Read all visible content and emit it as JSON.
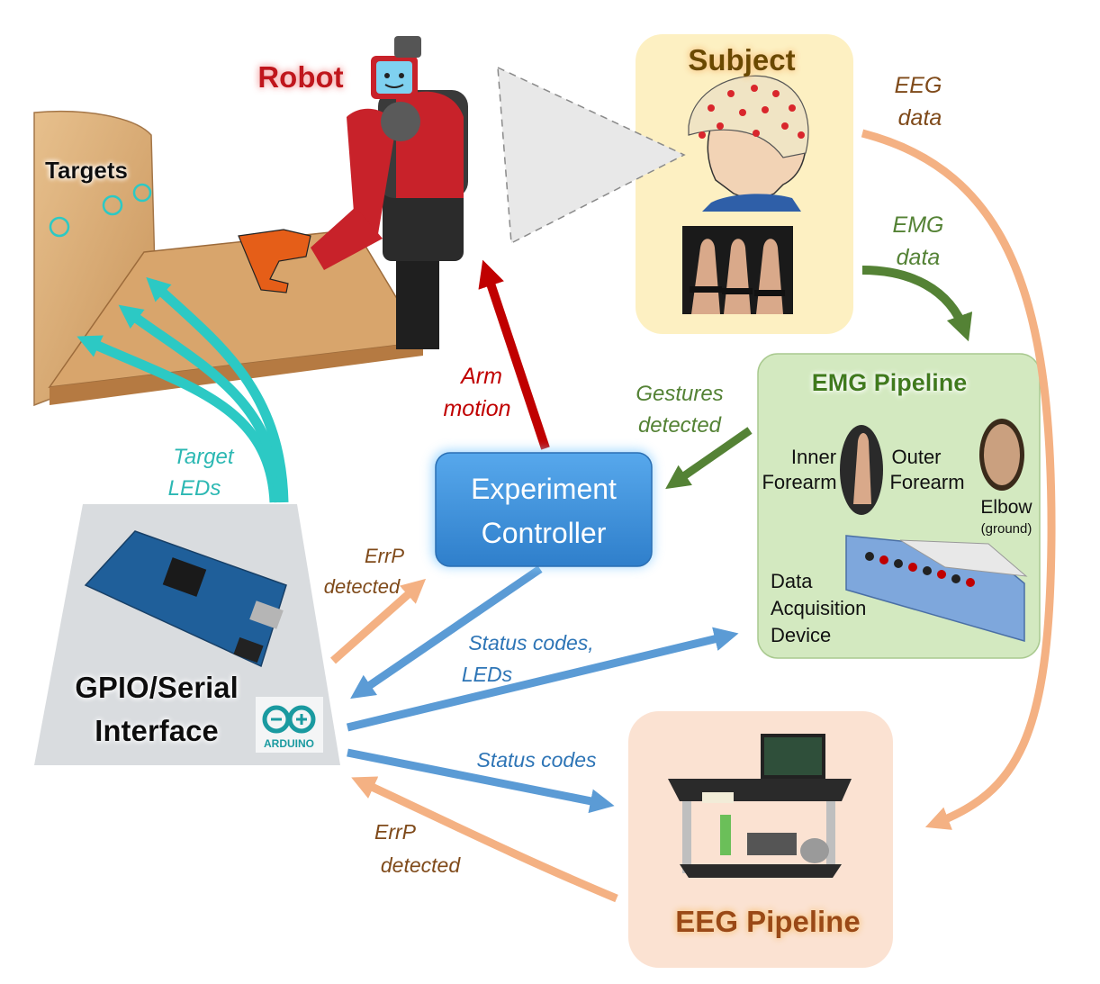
{
  "labels": {
    "robot": "Robot",
    "targets": "Targets",
    "subject": "Subject",
    "eeg_data_1": "EEG",
    "eeg_data_2": "data",
    "emg_data_1": "EMG",
    "emg_data_2": "data",
    "emg_pipeline": "EMG Pipeline",
    "inner_forearm_1": "Inner",
    "inner_forearm_2": "Forearm",
    "outer_forearm_1": "Outer",
    "outer_forearm_2": "Forearm",
    "elbow": "Elbow",
    "elbow_ground": "(ground)",
    "daq_1": "Data",
    "daq_2": "Acquisition",
    "daq_3": "Device",
    "gestures_1": "Gestures",
    "gestures_2": "detected",
    "arm_motion_1": "Arm",
    "arm_motion_2": "motion",
    "controller_1": "Experiment",
    "controller_2": "Controller",
    "target_leds_1": "Target",
    "target_leds_2": "LEDs",
    "gpio_1": "GPIO/Serial",
    "gpio_2": "Interface",
    "arduino": "ARDUINO",
    "errp_top_1": "ErrP",
    "errp_top_2": "detected",
    "status_leds_1": "Status codes,",
    "status_leds_2": "LEDs",
    "status_codes": "Status codes",
    "errp_bottom_1": "ErrP",
    "errp_bottom_2": "detected",
    "eeg_pipeline": "EEG Pipeline"
  },
  "colors": {
    "robot_red": "#c0141c",
    "cyan": "#2cc9c4",
    "orange_arrow": "#f4b183",
    "blue_arrow": "#5b9bd5",
    "green_arrow": "#548235",
    "controller_box": "#3d8fd6",
    "subject_bg": "#fdf0c2",
    "emg_bg": "#d3e9c0",
    "eeg_bg": "#fbe2d2",
    "gpio_bg": "#d9dcdf",
    "brown_text": "#7f4a1a"
  }
}
